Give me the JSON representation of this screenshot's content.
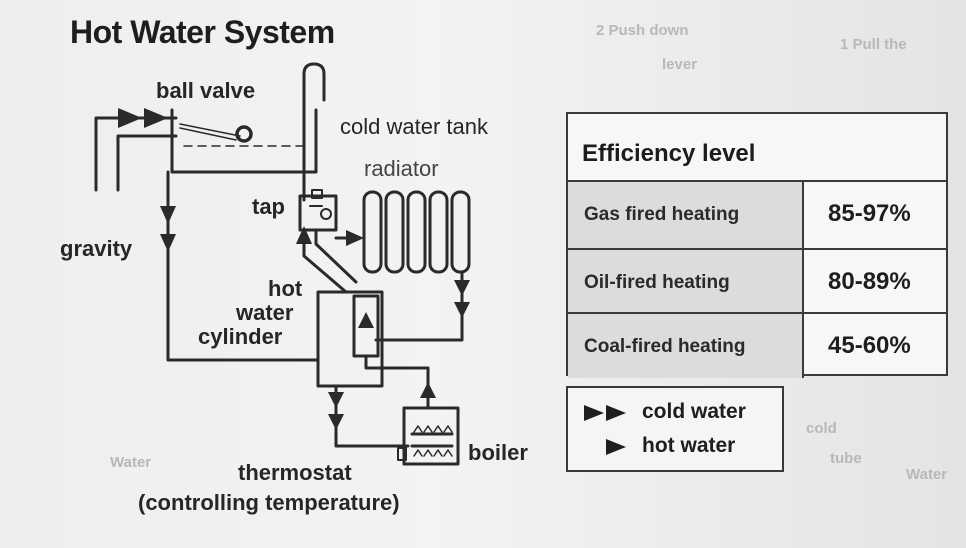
{
  "title": "Hot Water System",
  "background_text": {
    "push_step": "2  Push down",
    "lever": "lever",
    "pull_step": "1 Pull the",
    "side_a": "cold",
    "side_b": "Water",
    "side_c": "tube",
    "side_d": "Water"
  },
  "diagram": {
    "labels": {
      "ball_valve": "ball valve",
      "cold_water_tank": "cold water tank",
      "radiator": "radiator",
      "tap": "tap",
      "gravity": "gravity",
      "hot_water_cylinder_line1": "hot",
      "hot_water_cylinder_line2": "water",
      "hot_water_cylinder_line3": "cylinder",
      "boiler": "boiler",
      "thermostat": "thermostat",
      "controlling_temperature": "(controlling temperature)"
    }
  },
  "efficiency_table": {
    "header": "Efficiency level",
    "rows": [
      {
        "name": "Gas fired heating",
        "value": "85-97%"
      },
      {
        "name": "Oil-fired heating",
        "value": "80-89%"
      },
      {
        "name": "Coal-fired heating",
        "value": "45-60%"
      }
    ]
  },
  "legend": {
    "items": [
      {
        "label": "cold water",
        "icon": "double-arrow-icon"
      },
      {
        "label": "hot water",
        "icon": "single-arrow-icon"
      }
    ]
  },
  "colors": {
    "ink": "#2a2a2a",
    "pipe_fill": "#e6e6e4",
    "table_shade": "#dcdcda"
  }
}
